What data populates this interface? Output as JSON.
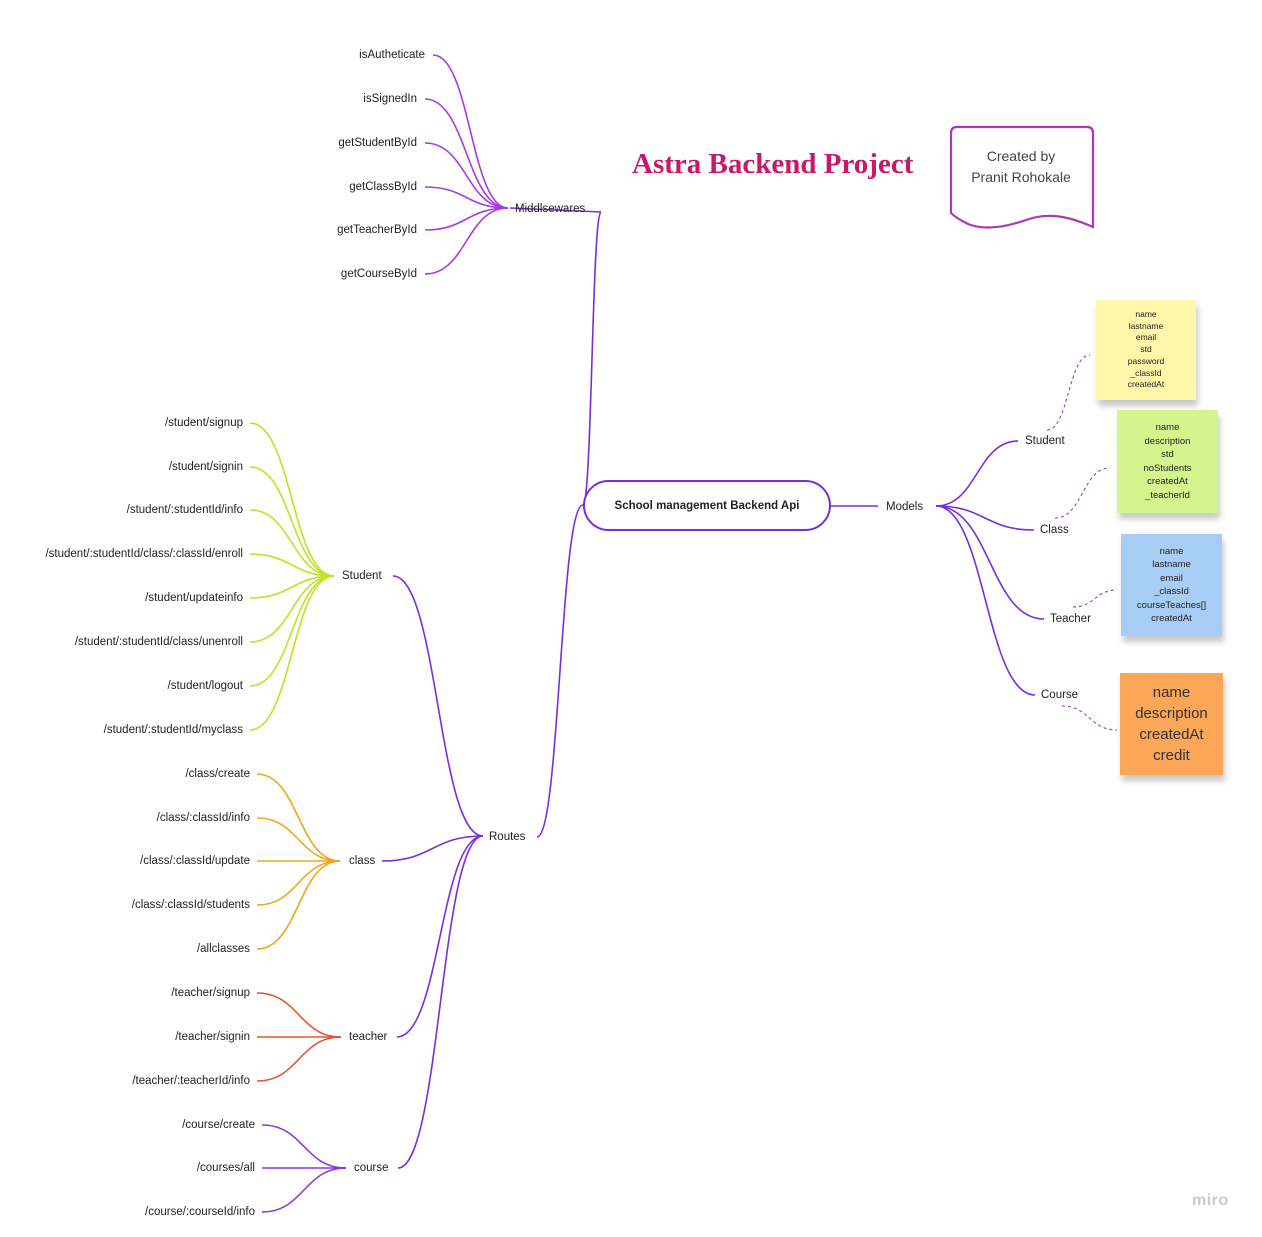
{
  "title": "Astra Backend Project",
  "credit": {
    "line1": "Created by",
    "line2": "Pranit Rohokale"
  },
  "root": "School management Backend Api",
  "watermark": "miro",
  "colors": {
    "purple": "#7a2ed8",
    "middleware": "#a83ae0",
    "student": "#bde323",
    "class": "#f0a51c",
    "teacher": "#e4532c",
    "course": "#8c38d8",
    "title": "#c8186a",
    "note_yellow": "#fff6a9",
    "note_green": "#d4f58d",
    "note_blue": "#a7cdf5",
    "note_orange": "#fca657"
  },
  "middlewares": {
    "label": "Middlsewares",
    "items": [
      "isAutheticate",
      "isSignedIn",
      "getStudentById",
      "getClassById",
      "getTeacherById",
      "getCourseById"
    ]
  },
  "routes": {
    "label": "Routes",
    "groups": [
      {
        "label": "Student",
        "items": [
          "/student/signup",
          "/student/signin",
          "/student/:studentId/info",
          "/student/:studentId/class/:classId/enroll",
          "/student/updateinfo",
          "/student/:studentId/class/unenroll",
          "/student/logout",
          "/student/:studentId/myclass"
        ]
      },
      {
        "label": "class",
        "items": [
          "/class/create",
          "/class/:classId/info",
          "/class/:classId/update",
          "/class/:classId/students",
          "/allclasses"
        ]
      },
      {
        "label": "teacher",
        "items": [
          "/teacher/signup",
          "/teacher/signin",
          "/teacher/:teacherId/info"
        ]
      },
      {
        "label": "course",
        "items": [
          "/course/create",
          "/courses/all",
          "/course/:courseId/info"
        ]
      }
    ]
  },
  "models": {
    "label": "Models",
    "items": [
      {
        "label": "Student",
        "fields": [
          "name",
          "lastname",
          "email",
          "std",
          "password",
          "_classId",
          "createdAt"
        ]
      },
      {
        "label": "Class",
        "fields": [
          "name",
          "description",
          "std",
          "noStudents",
          "createdAt",
          "_teacherId"
        ]
      },
      {
        "label": "Teacher",
        "fields": [
          "name",
          "lastname",
          "email",
          "_classId",
          "courseTeaches[]",
          "createdAt"
        ]
      },
      {
        "label": "Course",
        "fields": [
          "name",
          "description",
          "createdAt",
          "credit"
        ]
      }
    ]
  }
}
